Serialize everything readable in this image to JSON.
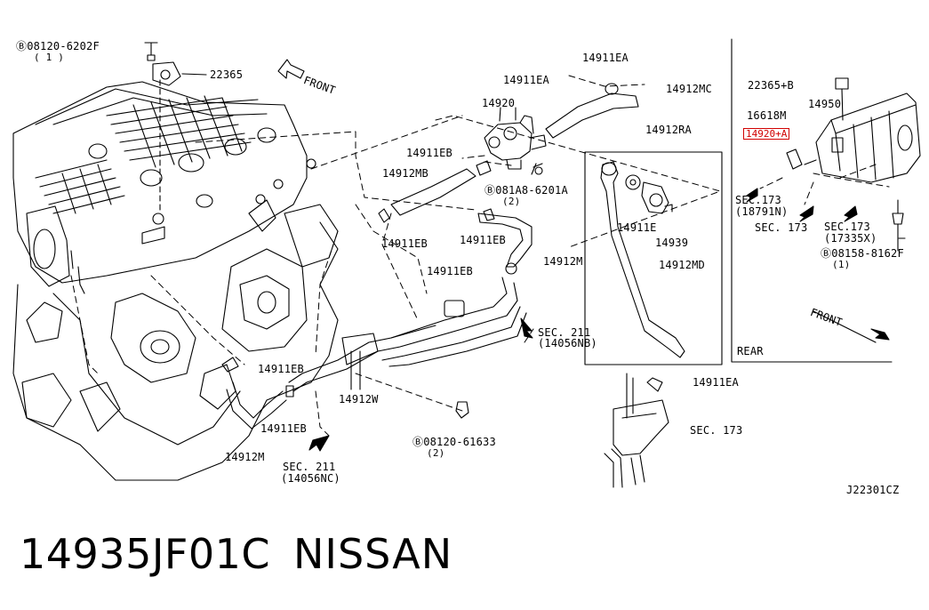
{
  "diagram": {
    "labels": {
      "bolt_top": "Ⓑ08120-6202F",
      "bolt_top_qty": "( 1 )",
      "sensor_22365": "22365",
      "front_left": "FRONT",
      "hose_14911ea_a": "14911EA",
      "hose_14911ea_b": "14911EA",
      "hose_14912mc": "14912MC",
      "valve_14920": "14920",
      "clamp_14911eb_a": "14911EB",
      "hose_14912mb": "14912MB",
      "bolt_081a8": "Ⓑ081A8-6201A",
      "bolt_081a8_qty": "(2)",
      "clamp_14911eb_b": "14911EB",
      "clamp_14911eb_c": "14911EB",
      "clamp_14911eb_d": "14911EB",
      "hose_14912m_a": "14912M",
      "hose_14912ra": "14912RA",
      "clamp_14911e": "14911E",
      "valve_14939": "14939",
      "hose_14912md": "14912MD",
      "sec211_a": "SEC. 211",
      "sec211_a_ref": "(14056NB)",
      "clamp_14911eb_e": "14911EB",
      "tube_14912w": "14912W",
      "clamp_14911eb_f": "14911EB",
      "hose_14912m_b": "14912M",
      "sec211_b": "SEC. 211",
      "sec211_b_ref": "(14056NC)",
      "bolt_08120_61633": "Ⓑ08120-61633",
      "bolt_08120_qty": "(2)",
      "clamp_14911ea_c": "14911EA",
      "sec173_mid": "SEC. 173",
      "rear_22365b": "22365+B",
      "rear_16618m": "16618M",
      "rear_14950": "14950",
      "rear_14920a": "14920+A",
      "rear_sec173_a": "SEC.173",
      "rear_sec173_a_ref": "(18791N)",
      "rear_sec173_b": "SEC. 173",
      "rear_sec173_c": "SEC.173",
      "rear_sec173_c_ref": "(17335X)",
      "rear_bolt": "Ⓑ08158-8162F",
      "rear_bolt_qty": "(1)",
      "rear_front": "FRONT",
      "rear_tag": "REAR",
      "diagram_code": "J22301CZ"
    },
    "highlight_color": "#d10000"
  },
  "footer": {
    "part_number": "14935JF01C",
    "brand": "NISSAN"
  }
}
